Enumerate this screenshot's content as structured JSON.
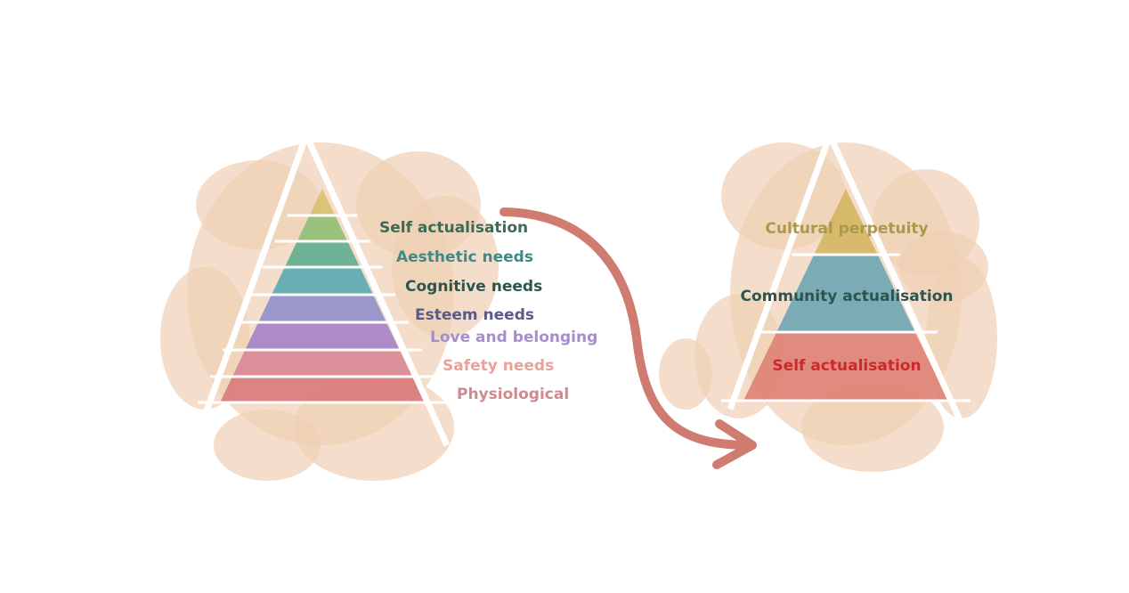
{
  "left_pyramid": {
    "levels": [
      {
        "label": "Self actualisation",
        "text_color": "#3f6a55",
        "fill": "#8fbf74"
      },
      {
        "label": "Aesthetic needs",
        "text_color": "#3f8a86",
        "fill": "#5fae90"
      },
      {
        "label": "Cognitive needs",
        "text_color": "#2a5650",
        "fill": "#5aaab0"
      },
      {
        "label": "Esteem needs",
        "text_color": "#5a5a8a",
        "fill": "#8f8fcc"
      },
      {
        "label": "Love and belonging",
        "text_color": "#a48ed0",
        "fill": "#a582c8"
      },
      {
        "label": "Safety needs",
        "text_color": "#e8a29a",
        "fill": "#d98795"
      },
      {
        "label": "Physiological",
        "text_color": "#cf8a8e",
        "fill": "#d97a7c"
      }
    ],
    "apex_fill": "#d8c070"
  },
  "right_pyramid": {
    "levels": [
      {
        "label": "Cultural perpetuity",
        "text_color": "#a89a4a",
        "fill": "#d4b660"
      },
      {
        "label": "Community actualisation",
        "text_color": "#2d5550",
        "fill": "#6ea6b4"
      },
      {
        "label": "Self actualisation",
        "text_color": "#cc2a2a",
        "fill": "#de8276"
      }
    ]
  },
  "colors": {
    "arrow": "#d07b70",
    "splash": "#ecc8a6"
  }
}
